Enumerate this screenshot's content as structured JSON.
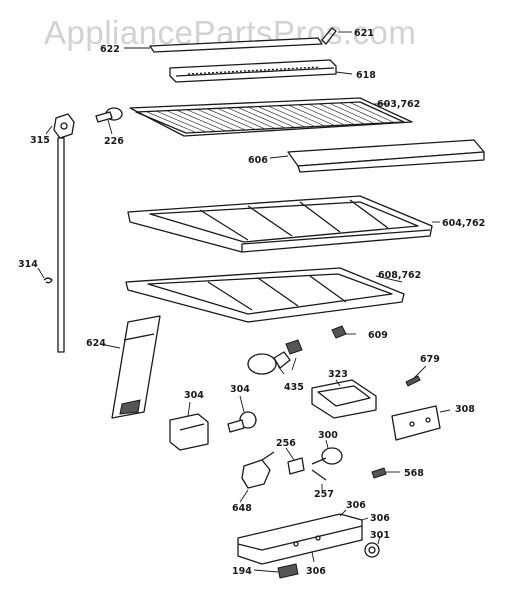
{
  "watermark": "AppliancePartsPros.com",
  "callouts": [
    {
      "key": "c621",
      "text": "621"
    },
    {
      "key": "c622",
      "text": "622"
    },
    {
      "key": "c618",
      "text": "618"
    },
    {
      "key": "c603",
      "text": "603,762"
    },
    {
      "key": "c315",
      "text": "315"
    },
    {
      "key": "c226",
      "text": "226"
    },
    {
      "key": "c606",
      "text": "606"
    },
    {
      "key": "c604",
      "text": "604,762"
    },
    {
      "key": "c314",
      "text": "314"
    },
    {
      "key": "c608",
      "text": "608,762"
    },
    {
      "key": "c609",
      "text": "609"
    },
    {
      "key": "c624",
      "text": "624"
    },
    {
      "key": "c435",
      "text": "435"
    },
    {
      "key": "c679",
      "text": "679"
    },
    {
      "key": "c323",
      "text": "323"
    },
    {
      "key": "c304a",
      "text": "304"
    },
    {
      "key": "c304b",
      "text": "304"
    },
    {
      "key": "c308",
      "text": "308"
    },
    {
      "key": "c256",
      "text": "256"
    },
    {
      "key": "c300",
      "text": "300"
    },
    {
      "key": "c568",
      "text": "568"
    },
    {
      "key": "c257",
      "text": "257"
    },
    {
      "key": "c648",
      "text": "648"
    },
    {
      "key": "c306a",
      "text": "306"
    },
    {
      "key": "c306b",
      "text": "306"
    },
    {
      "key": "c301",
      "text": "301"
    },
    {
      "key": "c194",
      "text": "194"
    },
    {
      "key": "c306c",
      "text": "306"
    }
  ]
}
